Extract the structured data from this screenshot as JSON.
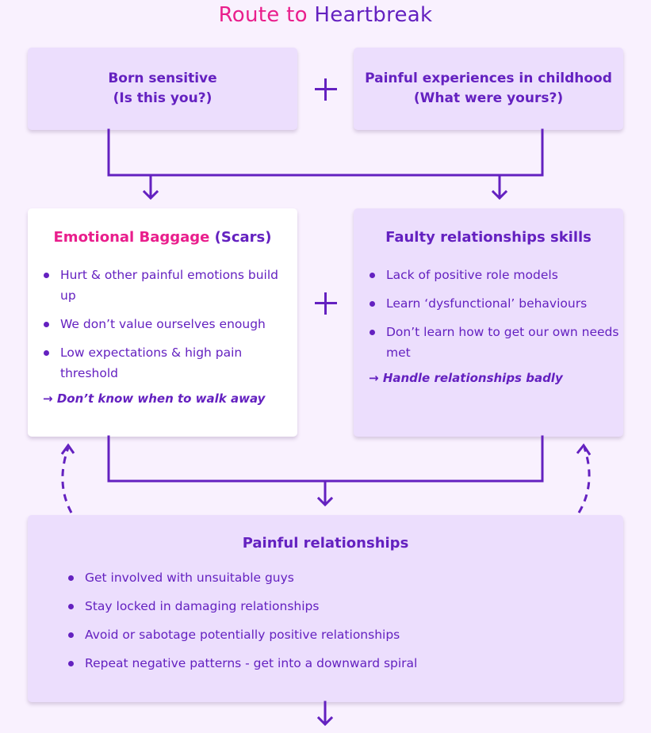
{
  "title": {
    "part1": "Route to",
    "part2": "Heartbreak"
  },
  "top_boxes": [
    {
      "line1": "Born sensitive",
      "line2": "(Is this you?)"
    },
    {
      "line1": "Painful experiences in childhood",
      "line2": "(What were yours?)"
    }
  ],
  "emotional_baggage": {
    "heading_pink": "Emotional Baggage",
    "heading_purple": "(Scars)",
    "items": [
      "Hurt & other painful emotions build up",
      "We don’t value ourselves enough",
      "Low expectations & high pain threshold"
    ],
    "result_arrow": "→",
    "result": "Don’t know when to walk away"
  },
  "faulty_skills": {
    "heading": "Faulty relationships skills",
    "items": [
      "Lack of positive role models",
      "Learn ‘dysfunctional’ behaviours",
      "Don’t learn how to get our own needs met"
    ],
    "result_arrow": "→",
    "result": "Handle relationships badly"
  },
  "painful_relationships": {
    "heading": "Painful relationships",
    "items": [
      "Get involved with unsuitable guys",
      "Stay locked in damaging relationships",
      "Avoid or sabotage potentially positive relationships",
      "Repeat negative patterns - get into a downward spiral"
    ]
  },
  "colors": {
    "background": "#f9f1fe",
    "box_lavender": "#ecdefd",
    "box_white": "#ffffff",
    "primary_purple": "#6421c0",
    "accent_pink": "#e91e8c"
  }
}
